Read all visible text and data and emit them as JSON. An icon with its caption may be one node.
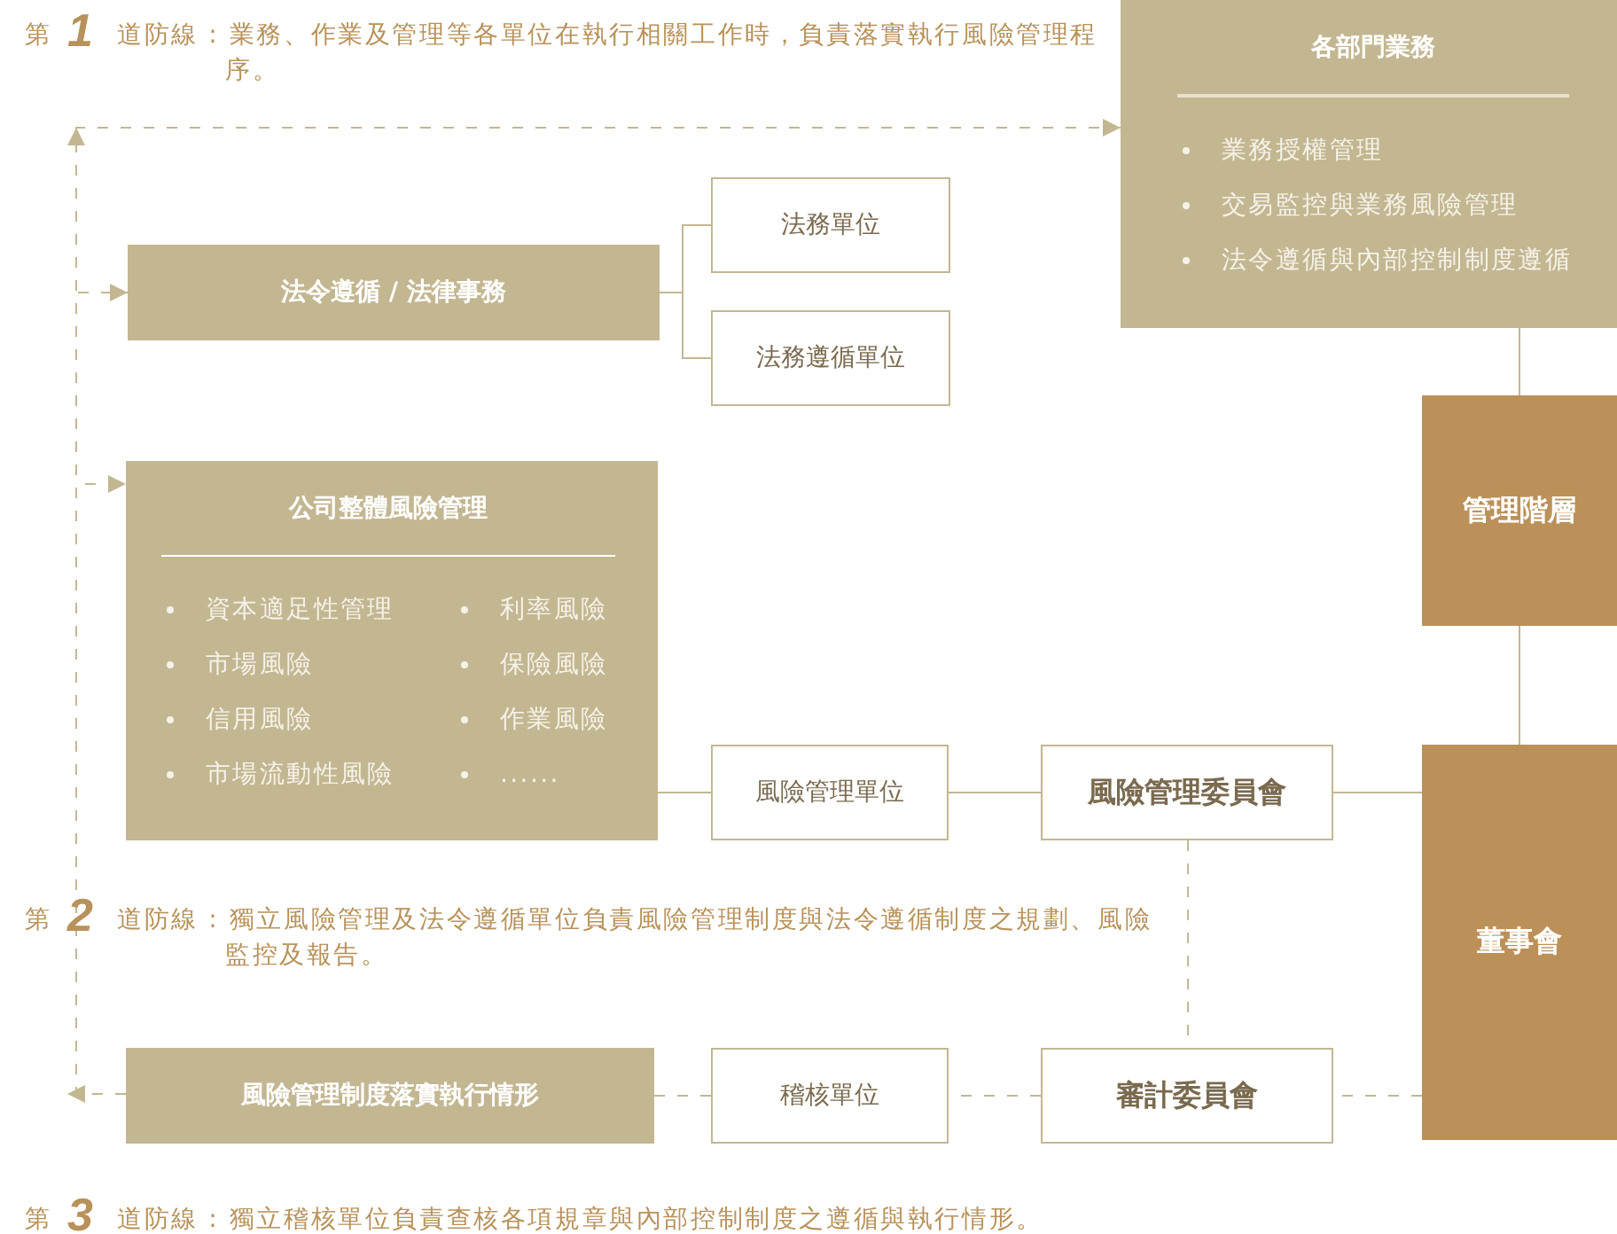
{
  "diagram": {
    "nodes": [
      {
        "text": [
          "各部門業務",
          "業務授權管理",
          "交易監控與業務風險管理",
          "法令遵循與內部控制制度遵循"
        ]
      },
      {
        "text": [
          "法令遵循 / 法律事務"
        ]
      },
      {
        "text": [
          "法務單位"
        ]
      },
      {
        "text": [
          "法務遵循單位"
        ]
      },
      {
        "text": [
          "公司整體風險管理",
          "資本適足性管理",
          "利率風險",
          "市場風險",
          "保險風險",
          "信用風險",
          "作業風險",
          "市場流動性風險",
          "......"
        ]
      },
      {
        "text": [
          "管理階層"
        ]
      },
      {
        "text": [
          "風險管理單位"
        ]
      },
      {
        "text": [
          "風險管理委員會"
        ]
      },
      {
        "text": [
          "董事會"
        ]
      },
      {
        "text": [
          "風險管理制度落實執行情形"
        ]
      },
      {
        "text": [
          "稽核單位"
        ]
      },
      {
        "text": [
          "審計委員會"
        ]
      }
    ],
    "edges": [
      {
        "from": 9,
        "to": 0,
        "arrow": "to",
        "style": "dashed"
      },
      {
        "from": 9,
        "to": 1,
        "arrow": "to",
        "style": "dashed"
      },
      {
        "from": 9,
        "to": 4,
        "arrow": "to",
        "style": "dashed"
      },
      {
        "from": 1,
        "to": 2,
        "arrow": "none"
      },
      {
        "from": 1,
        "to": 3,
        "arrow": "none"
      },
      {
        "from": 0,
        "to": 5,
        "arrow": "none"
      },
      {
        "from": 5,
        "to": 8,
        "arrow": "none"
      },
      {
        "from": 4,
        "to": 6,
        "arrow": "none"
      },
      {
        "from": 6,
        "to": 7,
        "arrow": "none"
      },
      {
        "from": 7,
        "to": 8,
        "arrow": "none"
      },
      {
        "from": 7,
        "to": 11,
        "arrow": "none",
        "style": "dashed"
      },
      {
        "from": 10,
        "to": 9,
        "arrow": "none",
        "style": "dashed"
      },
      {
        "from": 11,
        "to": 10,
        "arrow": "none",
        "style": "dashed"
      },
      {
        "from": 8,
        "to": 11,
        "arrow": "none",
        "style": "dashed"
      }
    ],
    "labels": [
      "第",
      "1",
      "道防線 : 業務、作業及管理等各單位在執行相關工作時，負責落實執行風險管理程序。",
      "第",
      "2",
      "道防線 : 獨立風險管理及法令遵循單位負責風險管理制度與法令遵循制度之規劃、風險監控及報告。",
      "第",
      "3",
      "道防線 : 獨立稽核單位負責查核各項規章與內部控制制度之遵循與執行情形。"
    ]
  }
}
